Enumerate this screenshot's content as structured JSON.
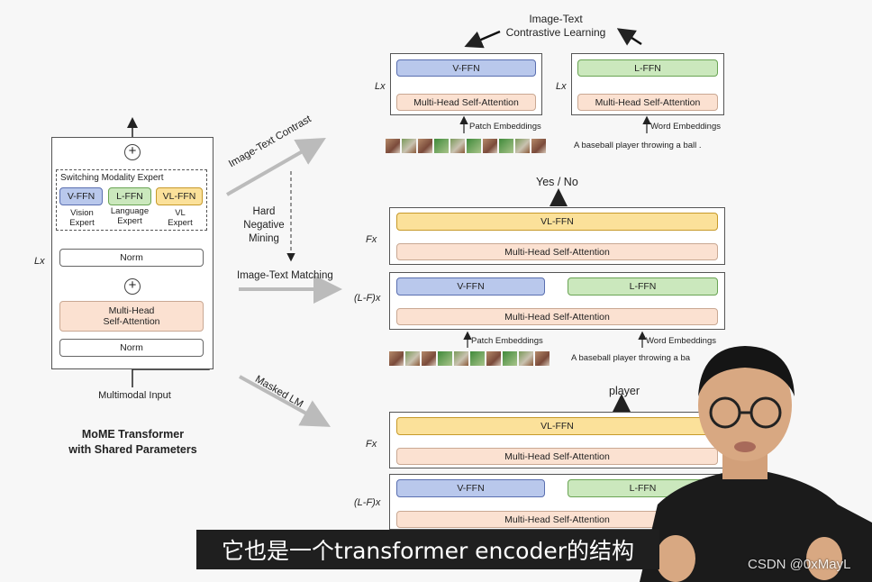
{
  "left": {
    "caption_line1": "MoME Transformer",
    "caption_line2": "with Shared Parameters",
    "input_label": "Multimodal Input",
    "lx_label": "Lx",
    "switching_label": "Switching Modality Expert",
    "vffn": "V-FFN",
    "lffn": "L-FFN",
    "vlffn": "VL-FFN",
    "vision_expert": [
      "Vision",
      "Expert"
    ],
    "language_expert": [
      "Language",
      "Expert"
    ],
    "vl_expert": [
      "VL",
      "Expert"
    ],
    "norm": "Norm",
    "mhsa": [
      "Multi-Head",
      "Self-Attention"
    ]
  },
  "middle": {
    "contrast": "Image-Text Contrast",
    "hard_negative": [
      "Hard",
      "Negative",
      "Mining"
    ],
    "matching": "Image-Text Matching",
    "masked": "Masked LM"
  },
  "top": {
    "title_line1": "Image-Text",
    "title_line2": "Contrastive Learning",
    "lx": "Lx",
    "vffn": "V-FFN",
    "lffn": "L-FFN",
    "mhsa": "Multi-Head Self-Attention",
    "patch": "Patch Embeddings",
    "word": "Word Embeddings",
    "sentence": "A  baseball  player  throwing  a  ball  ."
  },
  "itm": {
    "output": "Yes / No",
    "fx": "Fx",
    "lfx": "(L-F)x",
    "vlffn": "VL-FFN",
    "vffn": "V-FFN",
    "lffn": "L-FFN",
    "mhsa": "Multi-Head Self-Attention",
    "patch": "Patch Embeddings",
    "word": "Word Embeddings",
    "sentence": "A  baseball  player  throwing  a  ba"
  },
  "mlm": {
    "output": "player",
    "fx": "Fx",
    "lfx": "(L-F)x",
    "vlffn": "VL-FFN",
    "vffn": "V-FFN",
    "lffn": "L-FFN",
    "mhsa": "Multi-Head Self-Attention"
  },
  "overlay": {
    "subtitle": "它也是一个transformer encoder的结构",
    "watermark": "CSDN @0xMayL"
  }
}
